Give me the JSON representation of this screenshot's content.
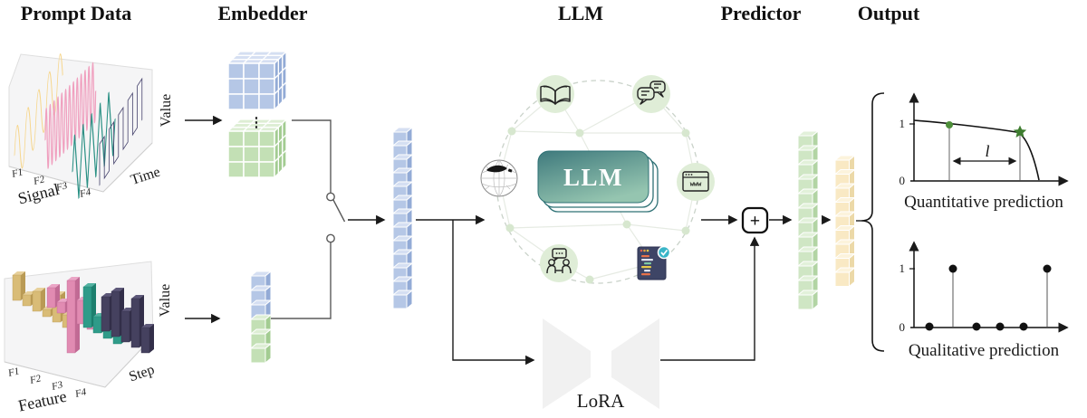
{
  "headers": {
    "prompt_data": "Prompt Data",
    "embedder": "Embedder",
    "llm": "LLM",
    "predictor": "Predictor",
    "output": "Output"
  },
  "signal_plot": {
    "value_axis": "Value",
    "time_axis": "Time",
    "category_axis": "Signal",
    "ticks": [
      "F1",
      "F2",
      "F3",
      "F4"
    ]
  },
  "feature_plot": {
    "value_axis": "Value",
    "step_axis": "Step",
    "category_axis": "Feature",
    "ticks": [
      "F1",
      "F2",
      "F3",
      "F4"
    ]
  },
  "embedder": {
    "ellipsis": "⋮"
  },
  "llm_hub": {
    "box_label": "LLM",
    "browser_label": "www",
    "icons": [
      "open-book",
      "chat-bubbles",
      "wikipedia-globe",
      "browser-www",
      "people-meeting",
      "code-window-check"
    ]
  },
  "lora": {
    "label": "LoRA"
  },
  "fusion": {
    "plus_label": "+"
  },
  "output": {
    "quantitative": {
      "caption": "Quantitative prediction",
      "ytick_top": "1",
      "ytick_bottom": "0",
      "interval_label": "l"
    },
    "qualitative": {
      "caption": "Qualitative prediction",
      "ytick_top": "1",
      "ytick_bottom": "0"
    }
  },
  "chart_data": [
    {
      "id": "quantitative",
      "type": "line",
      "title": "Quantitative prediction",
      "yticks": [
        0,
        1
      ],
      "shape": "curve starts at 1, declines slowly, then drops sharply to 0 at the right end",
      "markers": [
        {
          "kind": "dot",
          "color": "#4e8f3a",
          "x_frac": 0.22,
          "y": 1.0
        },
        {
          "kind": "star",
          "color": "#3e7d2f",
          "x_frac": 0.67,
          "y": 0.93
        }
      ],
      "interval_label": "l"
    },
    {
      "id": "qualitative",
      "type": "stem",
      "title": "Qualitative prediction",
      "x": [
        1,
        2,
        3,
        4,
        5,
        6
      ],
      "values": [
        0,
        1,
        0,
        0,
        0,
        1
      ],
      "yticks": [
        0,
        1
      ]
    }
  ],
  "colors": {
    "embedding_blue": "#b5c7e6",
    "embedding_green": "#c3e0b5",
    "predictor_green": "#cfe6c4",
    "predictor_yellow": "#f9e9c4",
    "llm_box_top": "#3f7a7d",
    "llm_box_bottom": "#95c5b0",
    "hub_circle_fill": "#dfedd7",
    "wave_yellow": "#f6d68c",
    "wave_pink": "#f0a0bf",
    "wave_teal": "#2a9084",
    "wave_navy": "#4a4770",
    "bar_tan": "#d9bc77",
    "bar_pink": "#e18bb2",
    "bar_teal": "#2f9b89",
    "bar_navy": "#45415f"
  }
}
